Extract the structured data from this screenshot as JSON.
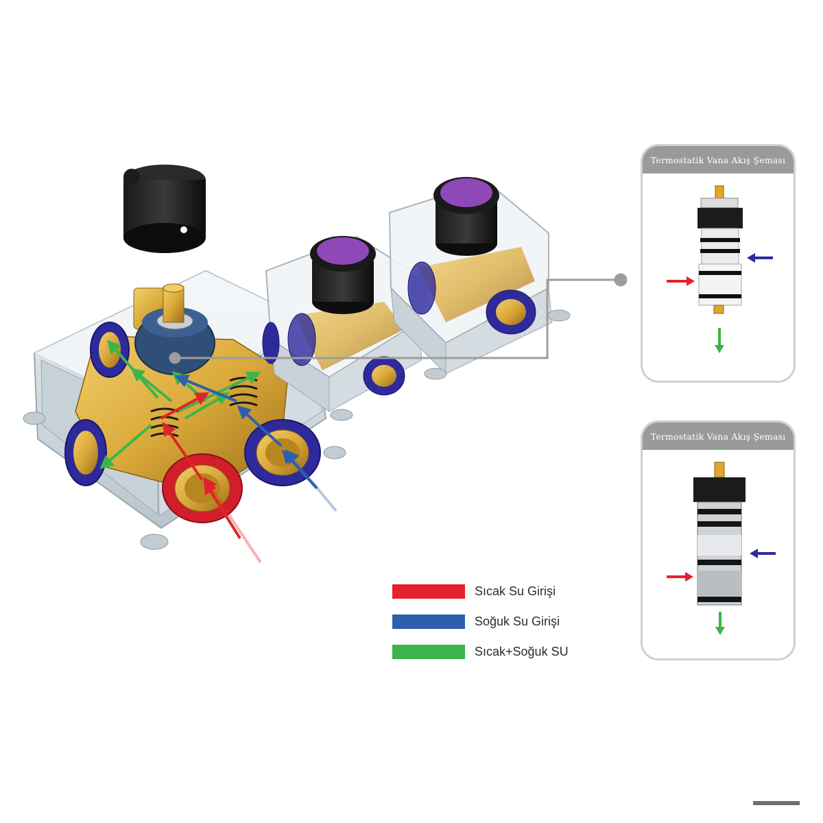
{
  "panels": [
    {
      "title": "Termostatik Vana Akış Şeması"
    },
    {
      "title": "Termostatik Vana Akış Şeması"
    }
  ],
  "legend": [
    {
      "label": "Sıcak Su Girişi",
      "color": "#e3222b"
    },
    {
      "label": "Soğuk Su Girişi",
      "color": "#2d5fae"
    },
    {
      "label": "Sıcak+Soğuk SU",
      "color": "#3bb54a"
    }
  ],
  "colors": {
    "hot": "#e3222b",
    "cold": "#2d5fae",
    "mixed": "#3bb54a",
    "brass": "#d9a93a",
    "seal_blue": "#2e2a9c",
    "knob_purple": "#8e48b8",
    "box": "#dfe6ea"
  }
}
